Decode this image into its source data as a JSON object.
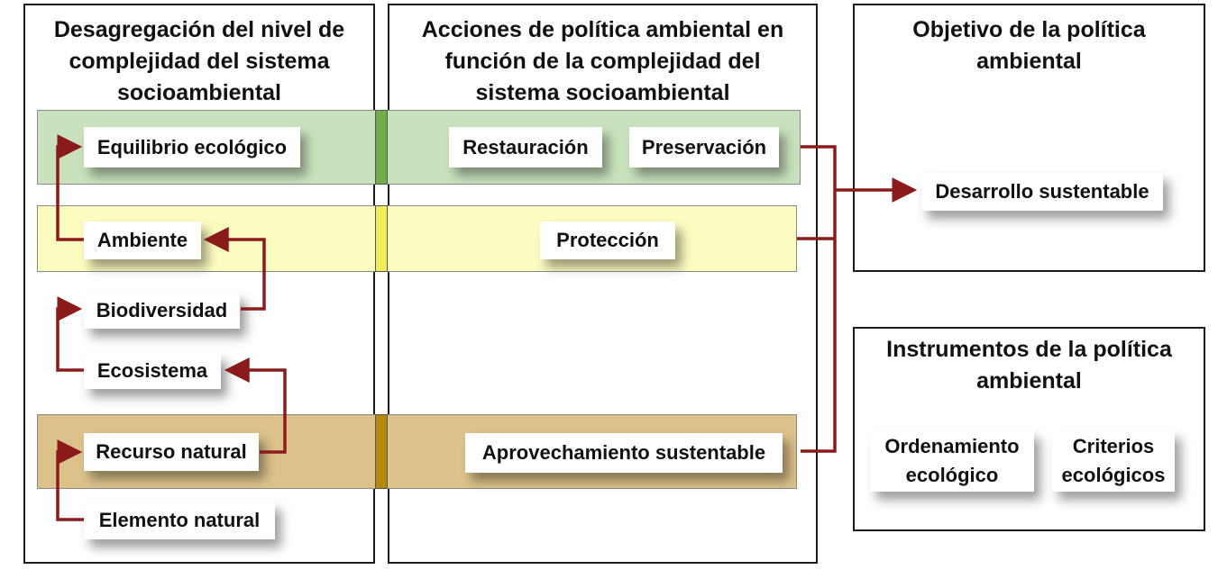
{
  "columns": {
    "desagregacion": {
      "title": "Desagregación del nivel de complejidad del sistema socioambiental"
    },
    "acciones": {
      "title": "Acciones de política ambiental en función de la complejidad del sistema socioambiental"
    },
    "objetivo": {
      "title": "Objetivo de la política ambiental"
    },
    "instrumentos": {
      "title": "Instrumentos de la política ambiental"
    }
  },
  "bands": {
    "top": {
      "color": "#c9e2bd",
      "marker_color": "#6fae4a"
    },
    "middle": {
      "color": "#fdfcc0",
      "marker_color": "#f2ee5a"
    },
    "bottom": {
      "color": "#dcc28a",
      "marker_color": "#b8860b"
    }
  },
  "levels": {
    "equilibrio": "Equilibrio ecológico",
    "ambiente": "Ambiente",
    "biodiversidad": "Biodiversidad",
    "ecosistema": "Ecosistema",
    "recurso": "Recurso natural",
    "elemento": "Elemento natural"
  },
  "actions": {
    "restauracion": "Restauración",
    "preservacion": "Preservación",
    "proteccion": "Protección",
    "aprovechamiento": "Aprovechamiento sustentable"
  },
  "objective": {
    "label": "Desarrollo sustentable"
  },
  "instruments": {
    "ordenamiento": "Ordenamiento ecológico",
    "criterios": "Criterios ecológicos"
  },
  "colors": {
    "arrow": "#8b1a1a",
    "border": "#1a1a1a"
  }
}
